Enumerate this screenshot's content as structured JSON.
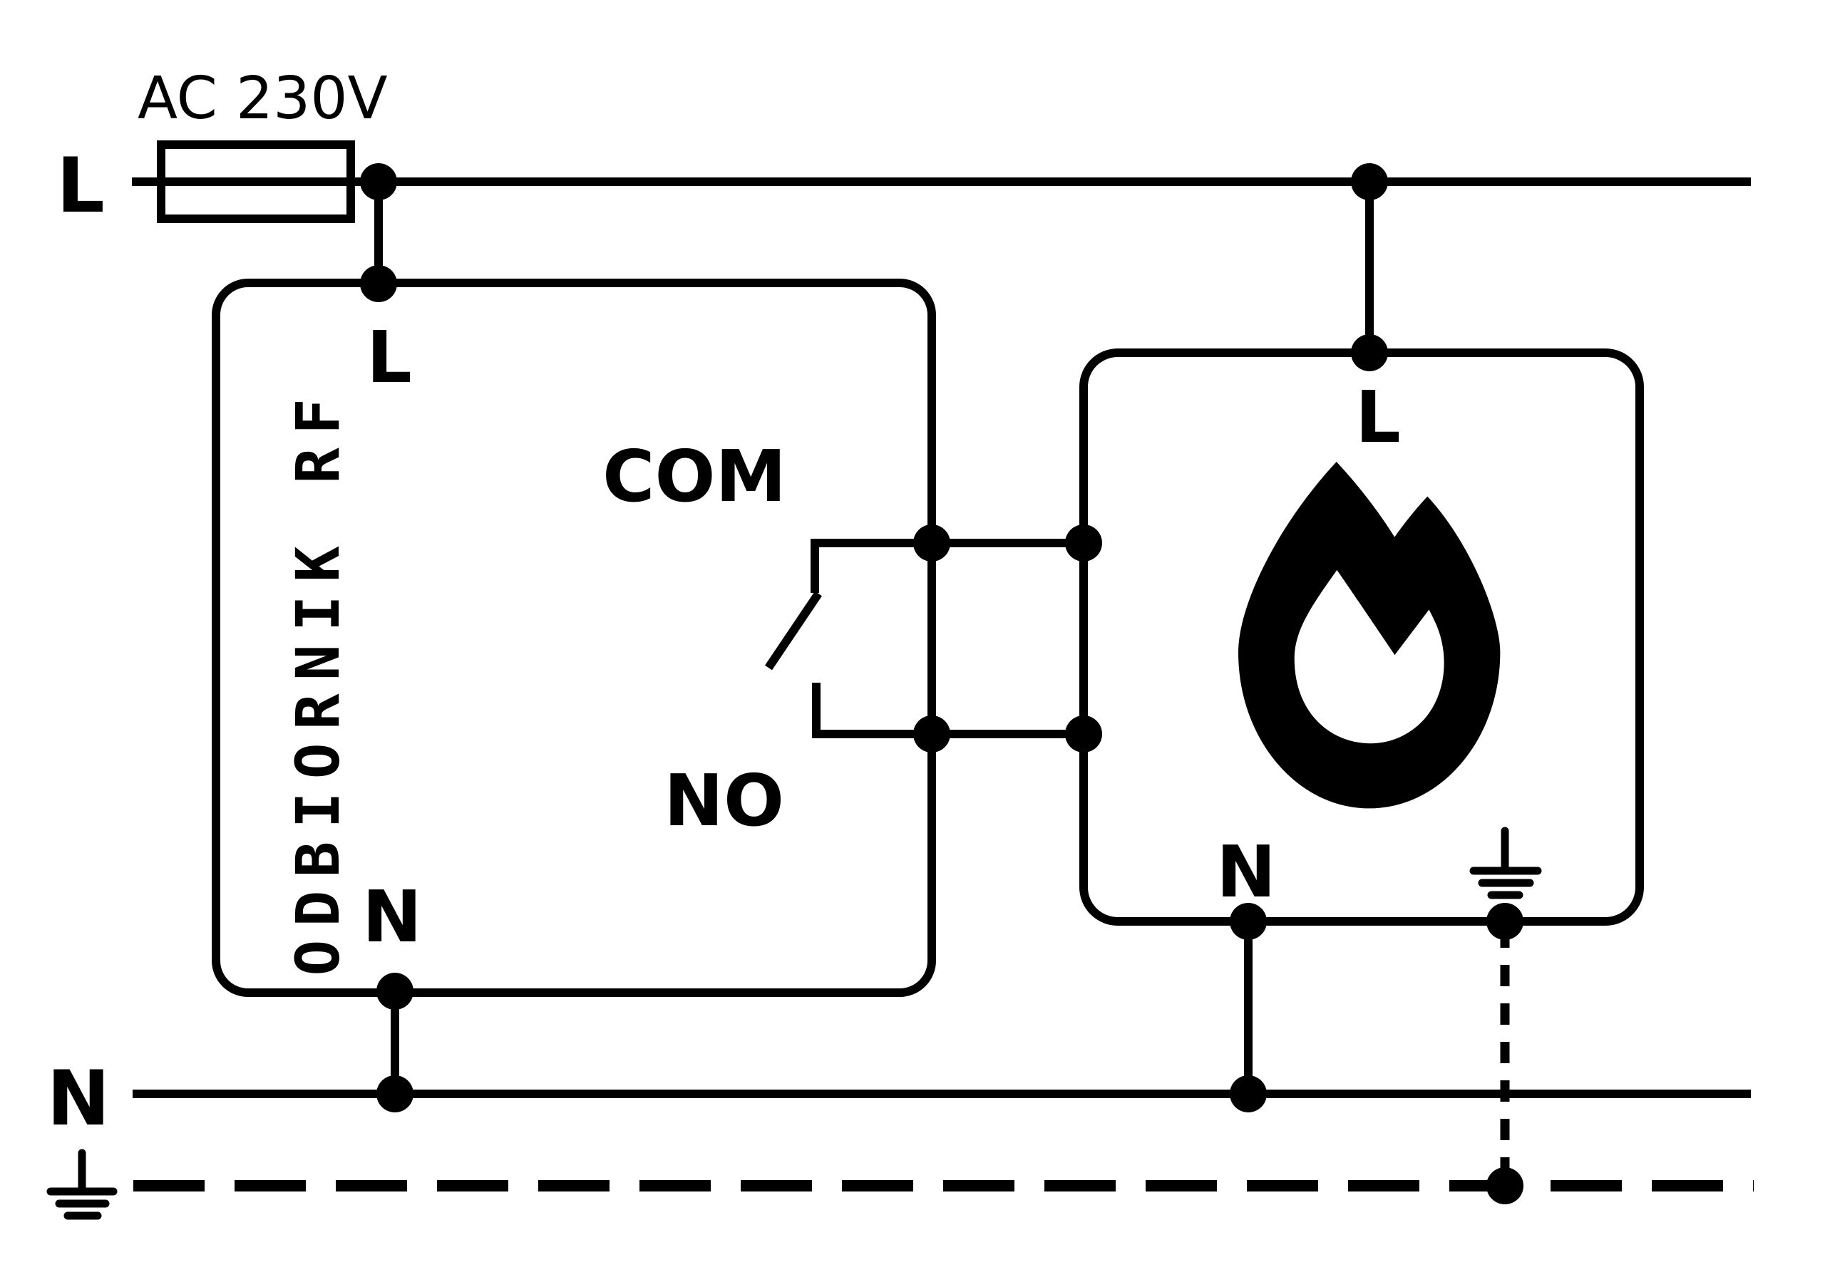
{
  "labels": {
    "supply": "AC 230V",
    "bus_live": "L",
    "bus_neutral": "N"
  },
  "receiver_box": {
    "name": "ODBIORNIK RF",
    "terminal_live": "L",
    "terminal_neutral": "N",
    "relay_common": "COM",
    "relay_normally_open": "NO"
  },
  "boiler_box": {
    "terminal_live": "L",
    "terminal_neutral": "N"
  },
  "icons": {
    "fuse": "fuse-icon",
    "flame": "flame-icon",
    "earth_left": "earth-ground-icon",
    "earth_boiler": "earth-ground-icon"
  },
  "colors": {
    "ink": "#000000",
    "paper": "#ffffff"
  }
}
